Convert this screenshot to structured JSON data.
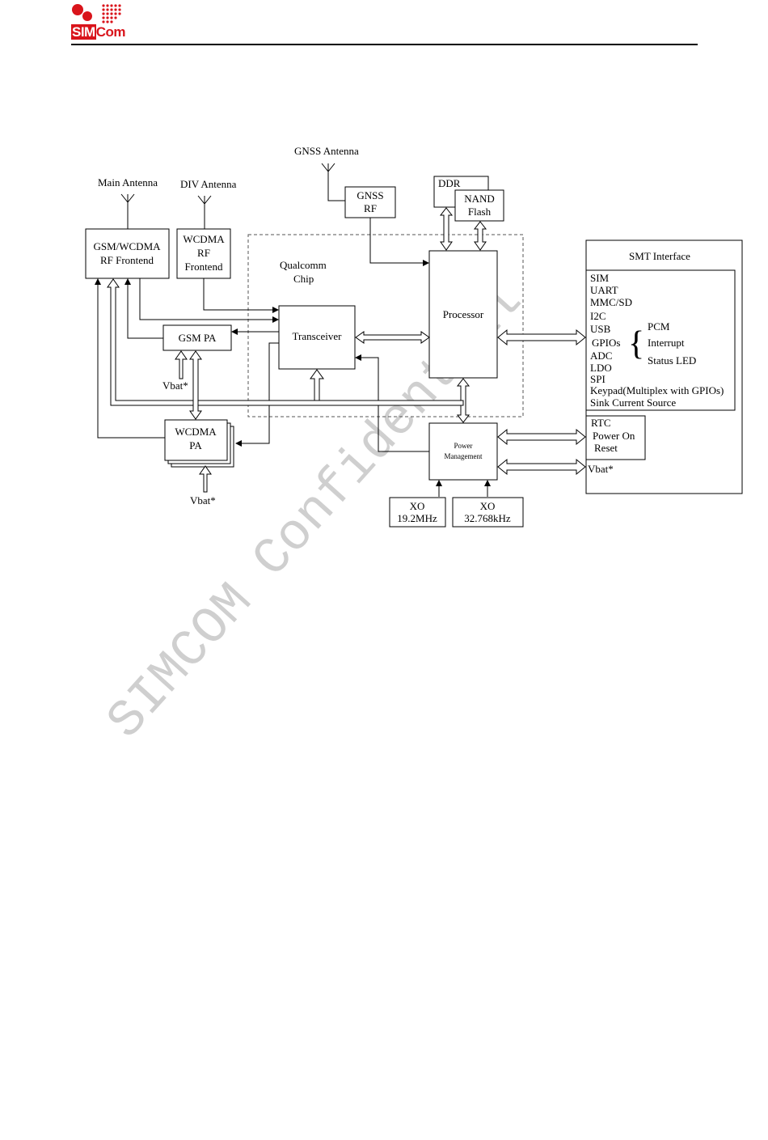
{
  "header": {
    "logo_sim": "SIM",
    "logo_com": "Com"
  },
  "watermark": "SIMCOM Confidential",
  "blocks": {
    "gnss_antenna": "GNSS  Antenna",
    "main_antenna": "Main Antenna",
    "div_antenna": "DIV Antenna",
    "gsm_wcdma_rf_1": "GSM/WCDMA",
    "gsm_wcdma_rf_2": "RF Frontend",
    "wcdma_rf_1": "WCDMA",
    "wcdma_rf_2": "RF",
    "wcdma_rf_3": "Frontend",
    "gnss_rf_1": "GNSS",
    "gnss_rf_2": "RF",
    "ddr": "DDR",
    "nand_1": "NAND",
    "nand_2": "Flash",
    "qualcomm_1": "Qualcomm",
    "qualcomm_2": "Chip",
    "transceiver": "Transceiver",
    "processor": "Processor",
    "gsm_pa": "GSM PA",
    "vbat_gsm": "Vbat*",
    "wcdma_pa_1": "WCDMA",
    "wcdma_pa_2": "PA",
    "vbat_wcdma": "Vbat*",
    "power_mgmt_1": "Power",
    "power_mgmt_2": "Management",
    "xo1_1": "XO",
    "xo1_2": "19.2MHz",
    "xo2_1": "XO",
    "xo2_2": "32.768kHz"
  },
  "smt": {
    "title": "SMT Interface",
    "items": [
      "SIM",
      "UART",
      "MMC/SD",
      "I2C",
      "USB",
      "GPIOs",
      "ADC",
      "LDO",
      "SPI",
      "Keypad(Multiplex with GPIOs)",
      "Sink Current Source"
    ],
    "gpio_functions": [
      "PCM",
      "Interrupt",
      "Status LED"
    ],
    "rtc_items": [
      "RTC",
      "Power On",
      "Reset"
    ],
    "vbat": "Vbat*"
  }
}
